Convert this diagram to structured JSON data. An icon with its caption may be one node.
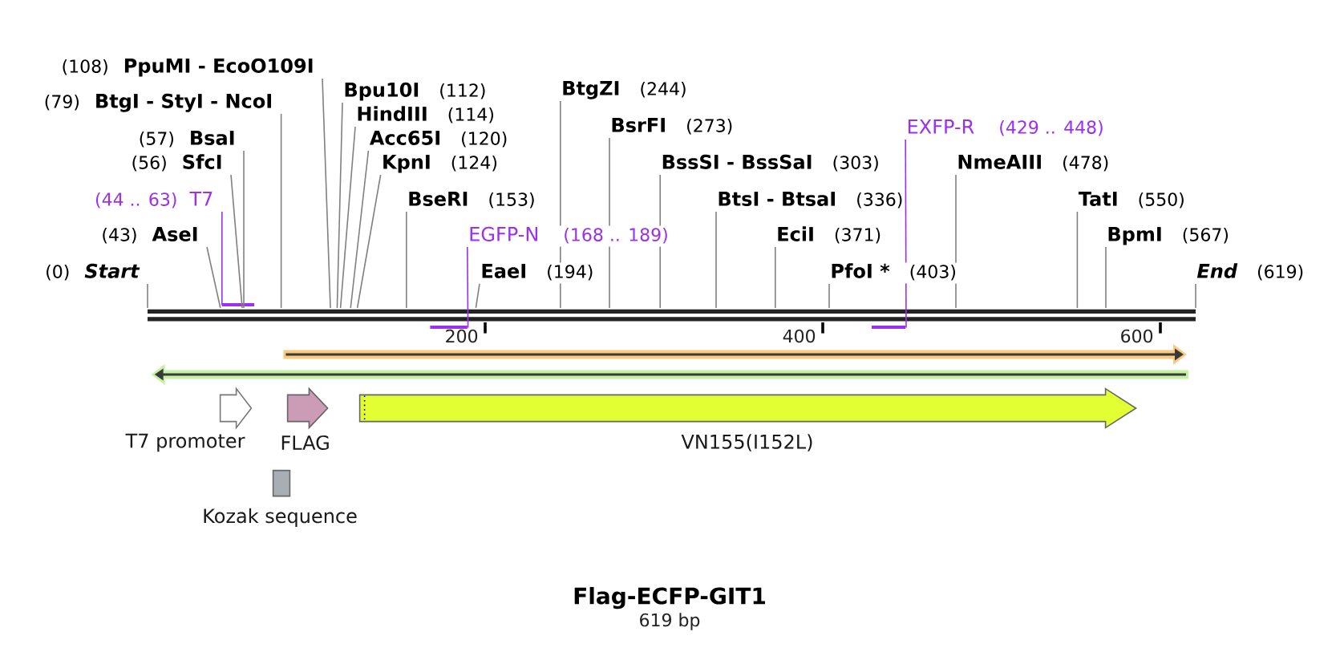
{
  "diagram": {
    "title": "Flag-ECFP-GIT1",
    "caption": "619 bp",
    "nodes": [
      {
        "text": [
          "(108)",
          "PpuMI - EcoO109I"
        ]
      },
      {
        "text": [
          "Bpu10I",
          "(112)"
        ]
      },
      {
        "text": [
          "BtgZI",
          "(244)"
        ]
      },
      {
        "text": [
          "(79)",
          "BtgI - StyI - NcoI"
        ]
      },
      {
        "text": [
          "HindIII",
          "(114)"
        ]
      },
      {
        "text": [
          "BsrFI",
          "(273)"
        ]
      },
      {
        "text": [
          "EXFP-R",
          "(429 .. 448)"
        ]
      },
      {
        "text": [
          "(57)",
          "BsaI"
        ]
      },
      {
        "text": [
          "Acc65I",
          "(120)"
        ]
      },
      {
        "text": [
          "(56)",
          "SfcI"
        ]
      },
      {
        "text": [
          "KpnI",
          "(124)"
        ]
      },
      {
        "text": [
          "BssSI - BssSaI",
          "(303)"
        ]
      },
      {
        "text": [
          "NmeAIII",
          "(478)"
        ]
      },
      {
        "text": [
          "(44 .. 63)",
          "T7"
        ]
      },
      {
        "text": [
          "BseRI",
          "(153)"
        ]
      },
      {
        "text": [
          "BtsI - BtsaI",
          "(336)"
        ]
      },
      {
        "text": [
          "TatI",
          "(550)"
        ]
      },
      {
        "text": [
          "(43)",
          "AseI"
        ]
      },
      {
        "text": [
          "EGFP-N",
          "(168 .. 189)"
        ]
      },
      {
        "text": [
          "EciI",
          "(371)"
        ]
      },
      {
        "text": [
          "BpmI",
          "(567)"
        ]
      },
      {
        "text": [
          "(0)",
          "Start"
        ]
      },
      {
        "text": [
          "EaeI",
          "(194)"
        ]
      },
      {
        "text": [
          "PfoI *",
          "(403)"
        ]
      },
      {
        "text": [
          "End",
          "(619)"
        ]
      },
      {
        "text": [],
        "shape": "bar"
      },
      {
        "text": [],
        "shape": "bar"
      },
      {
        "text": [],
        "shape": "bar"
      },
      {
        "text": [],
        "shape": "bar"
      },
      {
        "text": [],
        "shape": "arrow"
      },
      {
        "text": [],
        "shape": "arrow"
      },
      {
        "text": [
          "T7 promoter"
        ]
      },
      {
        "text": [
          "FLAG"
        ]
      },
      {
        "text": [
          "VN155(I152L)"
        ]
      },
      {
        "text": [
          "Kozak sequence"
        ]
      }
    ],
    "edges": [
      {
        "from": 0,
        "to": 25,
        "arrow": "none"
      },
      {
        "from": 1,
        "to": 25,
        "arrow": "none"
      },
      {
        "from": 2,
        "to": 25,
        "arrow": "none"
      },
      {
        "from": 3,
        "to": 25,
        "arrow": "none"
      },
      {
        "from": 4,
        "to": 25,
        "arrow": "none"
      },
      {
        "from": 5,
        "to": 25,
        "arrow": "none"
      },
      {
        "from": 6,
        "to": 28,
        "arrow": "none",
        "color": "#9b30f0"
      },
      {
        "from": 7,
        "to": 25,
        "arrow": "none"
      },
      {
        "from": 8,
        "to": 25,
        "arrow": "none"
      },
      {
        "from": 9,
        "to": 25,
        "arrow": "none"
      },
      {
        "from": 10,
        "to": 25,
        "arrow": "none"
      },
      {
        "from": 11,
        "to": 25,
        "arrow": "none"
      },
      {
        "from": 12,
        "to": 25,
        "arrow": "none"
      },
      {
        "from": 13,
        "to": 26,
        "arrow": "none",
        "color": "#9b30f0"
      },
      {
        "from": 14,
        "to": 25,
        "arrow": "none"
      },
      {
        "from": 15,
        "to": 25,
        "arrow": "none"
      },
      {
        "from": 16,
        "to": 25,
        "arrow": "none"
      },
      {
        "from": 17,
        "to": 25,
        "arrow": "none"
      },
      {
        "from": 18,
        "to": 27,
        "arrow": "none",
        "color": "#9b30f0"
      },
      {
        "from": 19,
        "to": 25,
        "arrow": "none"
      },
      {
        "from": 20,
        "to": 25,
        "arrow": "none"
      },
      {
        "from": 21,
        "to": 25,
        "arrow": "none"
      },
      {
        "from": 22,
        "to": 25,
        "arrow": "none"
      },
      {
        "from": 23,
        "to": 25,
        "arrow": "none"
      },
      {
        "from": 24,
        "to": 25,
        "arrow": "none"
      }
    ],
    "labels": [
      "200",
      "400",
      "600"
    ]
  }
}
